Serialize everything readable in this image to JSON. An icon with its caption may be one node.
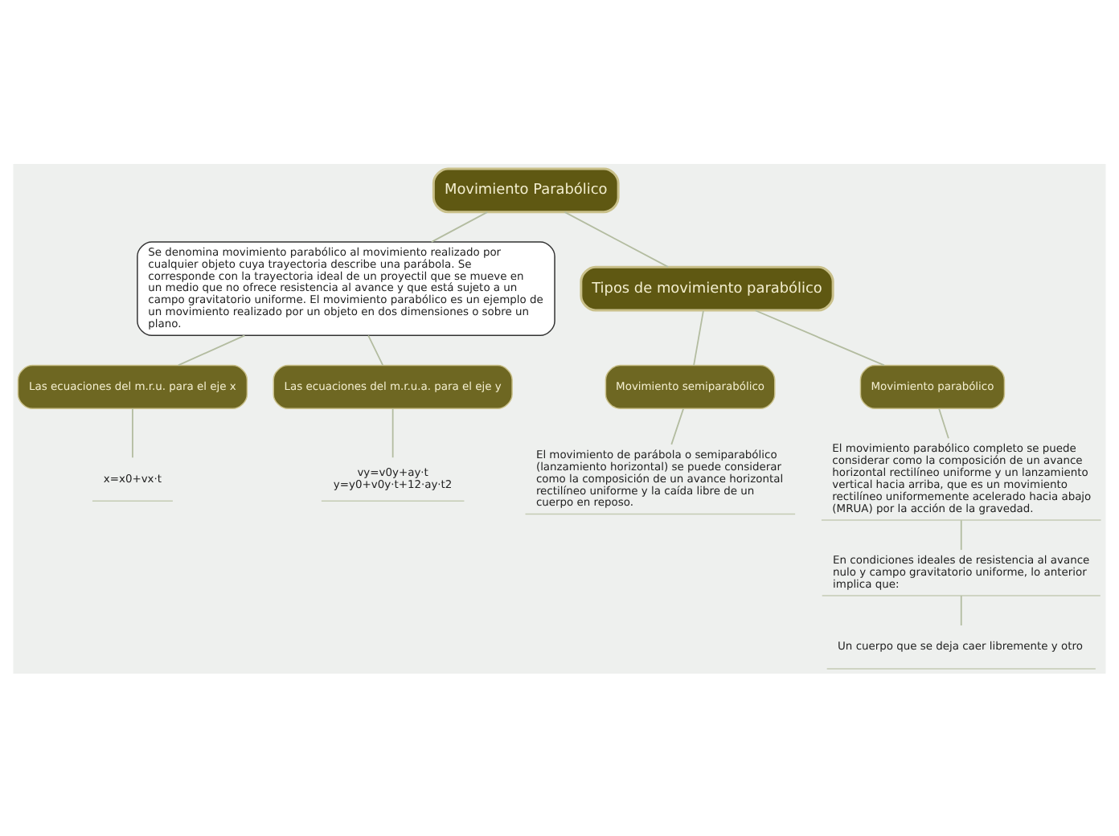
{
  "diagram": {
    "nodes": [
      {
        "text": [
          "Movimiento Parabólico"
        ]
      },
      {
        "text": [
          "Se denomina movimiento parabólico al movimiento realizado por cualquier objeto cuya trayectoria describe una parábola. Se corresponde con la trayectoria ideal de un proyectil que se mueve en un medio que no ofrece resistencia al avance y que está sujeto a un campo gravitatorio uniforme. El movimiento parabólico es un ejemplo de un movimiento realizado por un objeto en dos dimensiones o sobre un plano."
        ]
      },
      {
        "text": [
          "Las ecuaciones del m.r.u. para el eje x"
        ]
      },
      {
        "text": [
          "Las ecuaciones del m.r.u.a. para el eje y"
        ]
      },
      {
        "text": [
          "x=x0+vx·t"
        ]
      },
      {
        "text": [
          "vy=v0y+ay·t",
          "y=y0+v0y·t+12·ay·t2"
        ]
      },
      {
        "text": [
          "Tipos de movimiento parabólico"
        ]
      },
      {
        "text": [
          "Movimiento semiparabólico"
        ]
      },
      {
        "text": [
          "Movimiento parabólico"
        ]
      },
      {
        "text": [
          "El movimiento de parábola o semiparabólico (lanzamiento horizontal) se puede considerar como la composición de un avance horizontal rectilíneo uniforme y la caída libre de un cuerpo en reposo."
        ]
      },
      {
        "text": [
          "El movimiento parabólico completo se puede considerar como la composición de un avance horizontal rectilíneo uniforme y un lanzamiento vertical hacia arriba, que es un movimiento rectilíneo uniformemente acelerado hacia abajo (MRUA) por la acción de la gravedad."
        ]
      },
      {
        "text": [
          "En condiciones ideales de resistencia al avance nulo y campo gravitatorio uniforme, lo anterior implica que:"
        ]
      },
      {
        "text": [
          "Un cuerpo que se deja caer libremente y otro"
        ]
      }
    ],
    "edges": [
      {
        "from": 0,
        "to": 1,
        "arrow": "none"
      },
      {
        "from": 1,
        "to": 2,
        "arrow": "none"
      },
      {
        "from": 1,
        "to": 3,
        "arrow": "none"
      },
      {
        "from": 2,
        "to": 4,
        "arrow": "none"
      },
      {
        "from": 3,
        "to": 5,
        "arrow": "none"
      },
      {
        "from": 0,
        "to": 6,
        "arrow": "none"
      },
      {
        "from": 6,
        "to": 7,
        "arrow": "none"
      },
      {
        "from": 6,
        "to": 8,
        "arrow": "none"
      },
      {
        "from": 7,
        "to": 9,
        "arrow": "none"
      },
      {
        "from": 8,
        "to": 10,
        "arrow": "none"
      },
      {
        "from": 10,
        "to": 11,
        "arrow": "none"
      },
      {
        "from": 11,
        "to": 12,
        "arrow": "none"
      }
    ]
  }
}
